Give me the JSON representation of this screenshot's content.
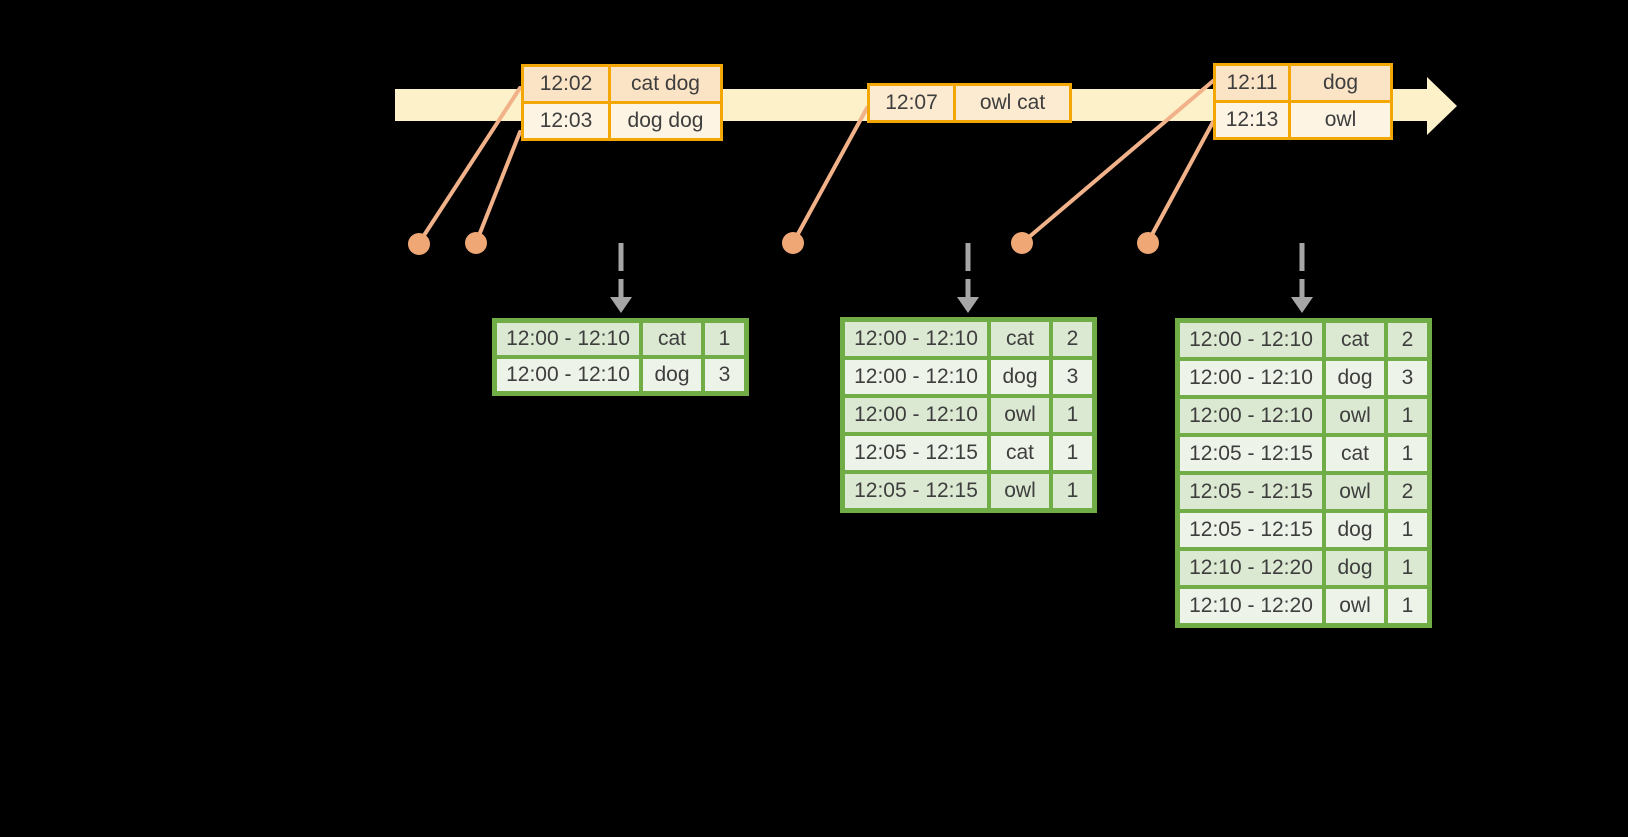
{
  "palette": {
    "background": "#000000",
    "timeline_band": "#FCF1C9",
    "event_table_border": "#F2A705",
    "event_row_peach": "#FBE4C6",
    "event_row_cream": "#FDF4E3",
    "event_row_peach_light": "#FCEBD0",
    "event_dot": "#EFA775",
    "event_connector": "#F1B28A",
    "trigger_arrow_gray": "#A6A6A6",
    "result_table_border": "#70AD47",
    "result_row_dark": "#DCE9D2",
    "result_row_light": "#EEF3E9",
    "text": "#3E3E3E"
  },
  "timeline": {
    "events": [
      {
        "time": "12:02",
        "words": "cat dog"
      },
      {
        "time": "12:03",
        "words": "dog dog"
      },
      {
        "time": "12:07",
        "words": "owl cat"
      },
      {
        "time": "12:11",
        "words": "dog"
      },
      {
        "time": "12:13",
        "words": "owl"
      }
    ]
  },
  "result_tables": [
    {
      "rows": [
        {
          "window": "12:00 - 12:10",
          "word": "cat",
          "count": "1"
        },
        {
          "window": "12:00 - 12:10",
          "word": "dog",
          "count": "3"
        }
      ]
    },
    {
      "rows": [
        {
          "window": "12:00 - 12:10",
          "word": "cat",
          "count": "2"
        },
        {
          "window": "12:00 - 12:10",
          "word": "dog",
          "count": "3"
        },
        {
          "window": "12:00 - 12:10",
          "word": "owl",
          "count": "1"
        },
        {
          "window": "12:05 - 12:15",
          "word": "cat",
          "count": "1"
        },
        {
          "window": "12:05 - 12:15",
          "word": "owl",
          "count": "1"
        }
      ]
    },
    {
      "rows": [
        {
          "window": "12:00 - 12:10",
          "word": "cat",
          "count": "2"
        },
        {
          "window": "12:00 - 12:10",
          "word": "dog",
          "count": "3"
        },
        {
          "window": "12:00 - 12:10",
          "word": "owl",
          "count": "1"
        },
        {
          "window": "12:05 - 12:15",
          "word": "cat",
          "count": "1"
        },
        {
          "window": "12:05 - 12:15",
          "word": "owl",
          "count": "2"
        },
        {
          "window": "12:05 - 12:15",
          "word": "dog",
          "count": "1"
        },
        {
          "window": "12:10 - 12:20",
          "word": "dog",
          "count": "1"
        },
        {
          "window": "12:10 - 12:20",
          "word": "owl",
          "count": "1"
        }
      ]
    }
  ]
}
